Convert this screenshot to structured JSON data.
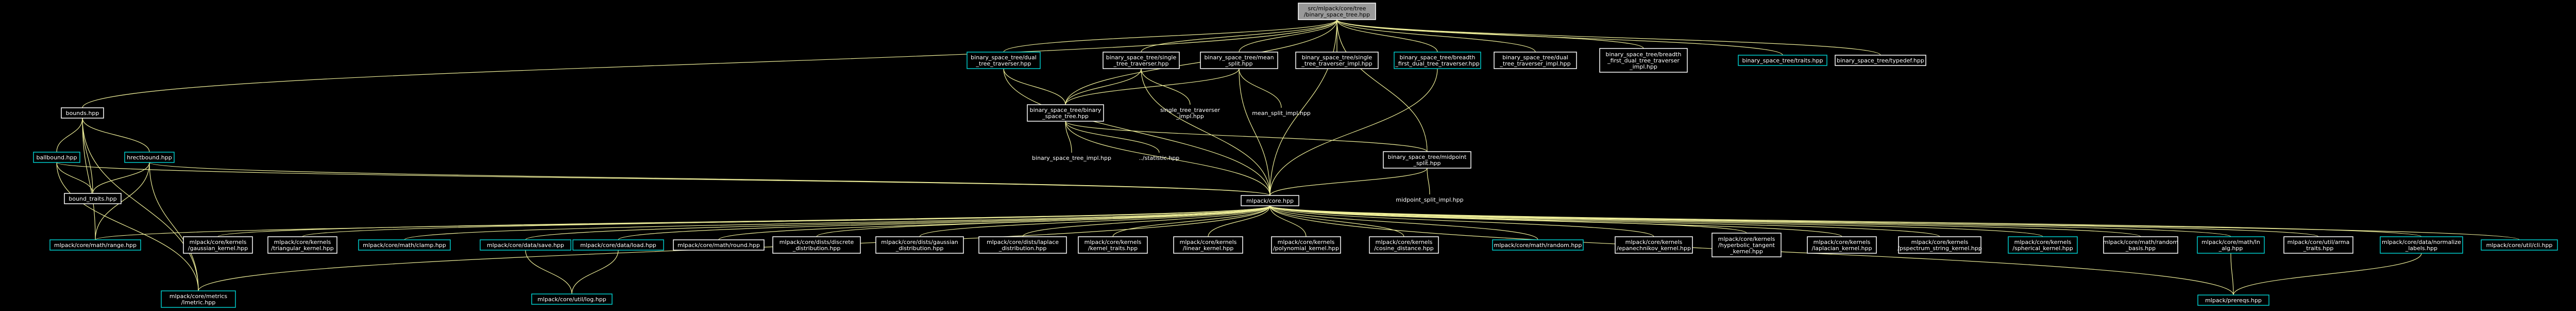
{
  "colors": {
    "background": "#000000",
    "edge": "#eeee99",
    "root_fill": "#999999",
    "node_border_white": "#ffffff",
    "node_border_cyan": "#00cccc"
  },
  "nodes": [
    {
      "id": "root",
      "label": [
        "src/mlpack/core/tree",
        "/binary_space_tree.hpp"
      ],
      "style": "root"
    },
    {
      "id": "bounds",
      "label": [
        "bounds.hpp"
      ],
      "style": "white"
    },
    {
      "id": "bsdual",
      "label": [
        "binary_space_tree/dual",
        "_tree_traverser.hpp"
      ],
      "style": "cyan"
    },
    {
      "id": "bssingle",
      "label": [
        "binary_space_tree/single",
        "_tree_traverser.hpp"
      ],
      "style": "white"
    },
    {
      "id": "bsmean",
      "label": [
        "binary_space_tree/mean",
        "_split.hpp"
      ],
      "style": "white"
    },
    {
      "id": "bssingleimpl",
      "label": [
        "binary_space_tree/single",
        "_tree_traverser_impl.hpp"
      ],
      "style": "white"
    },
    {
      "id": "bsbreadth",
      "label": [
        "binary_space_tree/breadth",
        "_first_dual_tree_traverser.hpp"
      ],
      "style": "cyan"
    },
    {
      "id": "bsdualimpl",
      "label": [
        "binary_space_tree/dual",
        "_tree_traverser_impl.hpp"
      ],
      "style": "white"
    },
    {
      "id": "bsbreadthimpl",
      "label": [
        "binary_space_tree/breadth",
        "_first_dual_tree_traverser",
        "_impl.hpp"
      ],
      "style": "white"
    },
    {
      "id": "bstraits",
      "label": [
        "binary_space_tree/traits.hpp"
      ],
      "style": "cyan"
    },
    {
      "id": "bstypedef",
      "label": [
        "binary_space_tree/typedef.hpp"
      ],
      "style": "white"
    },
    {
      "id": "bsbinary",
      "label": [
        "binary_space_tree/binary",
        "_space_tree.hpp"
      ],
      "style": "white"
    },
    {
      "id": "singleimpl",
      "label": [
        "single_tree_traverser",
        "_impl.hpp"
      ],
      "style": "none"
    },
    {
      "id": "meanimpl",
      "label": [
        "mean_split_impl.hpp"
      ],
      "style": "none"
    },
    {
      "id": "bsimpl",
      "label": [
        "binary_space_tree_impl.hpp"
      ],
      "style": "none"
    },
    {
      "id": "statistic",
      "label": [
        "../statistic.hpp"
      ],
      "style": "none"
    },
    {
      "id": "bsmidpoint",
      "label": [
        "binary_space_tree/midpoint",
        "_split.hpp"
      ],
      "style": "white"
    },
    {
      "id": "midimpl",
      "label": [
        "midpoint_split_impl.hpp"
      ],
      "style": "none"
    },
    {
      "id": "ballbound",
      "label": [
        "ballbound.hpp"
      ],
      "style": "cyan"
    },
    {
      "id": "hrectbound",
      "label": [
        "hrectbound.hpp"
      ],
      "style": "cyan"
    },
    {
      "id": "boundtraits",
      "label": [
        "bound_traits.hpp"
      ],
      "style": "white"
    },
    {
      "id": "core",
      "label": [
        "mlpack/core.hpp"
      ],
      "style": "white"
    },
    {
      "id": "range",
      "label": [
        "mlpack/core/math/range.hpp"
      ],
      "style": "cyan"
    },
    {
      "id": "gaussian",
      "label": [
        "mlpack/core/kernels",
        "/gaussian_kernel.hpp"
      ],
      "style": "white"
    },
    {
      "id": "triangular",
      "label": [
        "mlpack/core/kernels",
        "/triangular_kernel.hpp"
      ],
      "style": "white"
    },
    {
      "id": "clamp",
      "label": [
        "mlpack/core/math/clamp.hpp"
      ],
      "style": "cyan"
    },
    {
      "id": "datafile",
      "label": [
        "mlpack/core/data/save.hpp"
      ],
      "style": "cyan"
    },
    {
      "id": "dataload",
      "label": [
        "mlpack/core/data/load.hpp"
      ],
      "style": "cyan"
    },
    {
      "id": "round",
      "label": [
        "mlpack/core/math/round.hpp"
      ],
      "style": "white"
    },
    {
      "id": "discrete",
      "label": [
        "mlpack/core/dists/discrete",
        "_distribution.hpp"
      ],
      "style": "white"
    },
    {
      "id": "gaussdist",
      "label": [
        "mlpack/core/dists/gaussian",
        "_distribution.hpp"
      ],
      "style": "white"
    },
    {
      "id": "laplace",
      "label": [
        "mlpack/core/dists/laplace",
        "_distribution.hpp"
      ],
      "style": "white"
    },
    {
      "id": "ktraits",
      "label": [
        "mlpack/core/kernels",
        "/kernel_traits.hpp"
      ],
      "style": "white"
    },
    {
      "id": "linear",
      "label": [
        "mlpack/core/kernels",
        "/linear_kernel.hpp"
      ],
      "style": "white"
    },
    {
      "id": "polynomial",
      "label": [
        "mlpack/core/kernels",
        "/polynomial_kernel.hpp"
      ],
      "style": "white"
    },
    {
      "id": "cosine",
      "label": [
        "mlpack/core/kernels",
        "/cosine_distance.hpp"
      ],
      "style": "white"
    },
    {
      "id": "random",
      "label": [
        "mlpack/core/math/random.hpp"
      ],
      "style": "cyan"
    },
    {
      "id": "epan",
      "label": [
        "mlpack/core/kernels",
        "/epanechnikov_kernel.hpp"
      ],
      "style": "white"
    },
    {
      "id": "hyptan",
      "label": [
        "mlpack/core/kernels",
        "/hyperbolic_tangent",
        "_kernel.hpp"
      ],
      "style": "white"
    },
    {
      "id": "laplacian",
      "label": [
        "mlpack/core/kernels",
        "/laplacian_kernel.hpp"
      ],
      "style": "white"
    },
    {
      "id": "pspectrum",
      "label": [
        "mlpack/core/kernels",
        "/pspectrum_string_kernel.hpp"
      ],
      "style": "white"
    },
    {
      "id": "spherical",
      "label": [
        "mlpack/core/kernels",
        "/spherical_kernel.hpp"
      ],
      "style": "cyan"
    },
    {
      "id": "randbasis",
      "label": [
        "mlpack/core/math/random",
        "_basis.hpp"
      ],
      "style": "white"
    },
    {
      "id": "lnalg",
      "label": [
        "mlpack/core/math/ln",
        "_alg.hpp"
      ],
      "style": "cyan"
    },
    {
      "id": "arma",
      "label": [
        "mlpack/core/util/arma",
        "_traits.hpp"
      ],
      "style": "white"
    },
    {
      "id": "normlabels",
      "label": [
        "mlpack/core/data/normalize",
        "_labels.hpp"
      ],
      "style": "cyan"
    },
    {
      "id": "sfinae",
      "label": [
        "mlpack/core/util/cli.hpp"
      ],
      "style": "cyan"
    },
    {
      "id": "lmetric",
      "label": [
        "mlpack/core/metrics",
        "/lmetric.hpp"
      ],
      "style": "cyan"
    },
    {
      "id": "string",
      "label": [
        "mlpack/core/util/log.hpp"
      ],
      "style": "cyan"
    },
    {
      "id": "prereqs",
      "label": [
        "mlpack/prereqs.hpp"
      ],
      "style": "cyan"
    }
  ]
}
